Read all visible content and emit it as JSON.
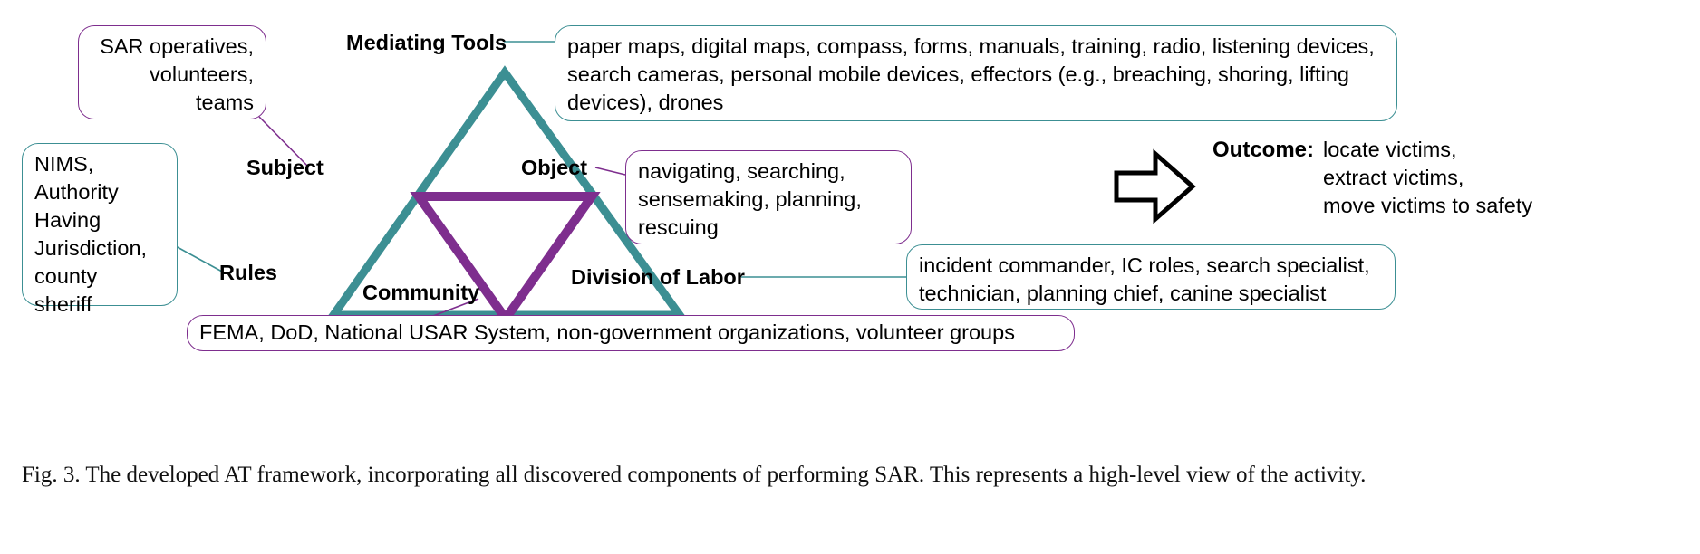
{
  "figure": {
    "caption": "Fig. 3.  The developed AT framework, incorporating all discovered components of performing SAR. This represents a high-level view of the activity."
  },
  "colors": {
    "teal": "#3C8F93",
    "purple": "#7E2E8E",
    "text": "#000000",
    "background": "#FFFFFF"
  },
  "triangle": {
    "outer_color": "#3C8F93",
    "inner_color": "#7E2E8E",
    "vertex_labels": {
      "top": "Mediating Tools",
      "left": "Subject",
      "right": "Object",
      "bottom_left": "Rules",
      "bottom_center": "Community",
      "bottom_right": "Division of Labor"
    }
  },
  "callouts": {
    "subject": {
      "text": "SAR operatives,\nvolunteers,\nteams",
      "border": "#7E2E8E",
      "align": "right"
    },
    "rules": {
      "text": "NIMS,\nAuthority\nHaving\nJurisdiction,\ncounty\nsheriff",
      "border": "#3C8F93",
      "align": "left"
    },
    "mediating_tools": {
      "text": "paper maps, digital maps, compass, forms, manuals, training, radio, listening devices, search cameras, personal mobile devices, effectors (e.g., breaching, shoring, lifting devices), drones",
      "border": "#3C8F93",
      "align": "left"
    },
    "object": {
      "text": "navigating, searching,\nsensemaking, planning,\nrescuing",
      "border": "#7E2E8E",
      "align": "left"
    },
    "division_of_labor": {
      "text": "incident commander, IC roles, search specialist,\ntechnician, planning chief, canine specialist",
      "border": "#3C8F93",
      "align": "left"
    },
    "community": {
      "text": "FEMA, DoD, National USAR System, non-government organizations, volunteer groups",
      "border": "#7E2E8E",
      "align": "left"
    }
  },
  "outcome": {
    "label": "Outcome:",
    "values": "locate victims,\nextract victims,\nmove victims to safety",
    "arrow_icon": "right-block-arrow-icon"
  },
  "chart_data": {
    "type": "diagram",
    "title": "Activity Theory (AT) framework for Search and Rescue",
    "nodes": [
      {
        "id": "mediating_tools",
        "label": "Mediating Tools",
        "position": "triangle-apex",
        "detail": "paper maps, digital maps, compass, forms, manuals, training, radio, listening devices, search cameras, personal mobile devices, effectors (e.g., breaching, shoring, lifting devices), drones"
      },
      {
        "id": "subject",
        "label": "Subject",
        "position": "triangle-left",
        "detail": "SAR operatives, volunteers, teams"
      },
      {
        "id": "object",
        "label": "Object",
        "position": "triangle-right",
        "detail": "navigating, searching, sensemaking, planning, rescuing"
      },
      {
        "id": "rules",
        "label": "Rules",
        "position": "triangle-bottom-left",
        "detail": "NIMS, Authority Having Jurisdiction, county sheriff"
      },
      {
        "id": "community",
        "label": "Community",
        "position": "triangle-bottom-center",
        "detail": "FEMA, DoD, National USAR System, non-government organizations, volunteer groups"
      },
      {
        "id": "division_of_labor",
        "label": "Division of Labor",
        "position": "triangle-bottom-right",
        "detail": "incident commander, IC roles, search specialist, technician, planning chief, canine specialist"
      },
      {
        "id": "outcome",
        "label": "Outcome:",
        "position": "right-of-diagram",
        "detail": "locate victims, extract victims, move victims to safety"
      }
    ]
  }
}
